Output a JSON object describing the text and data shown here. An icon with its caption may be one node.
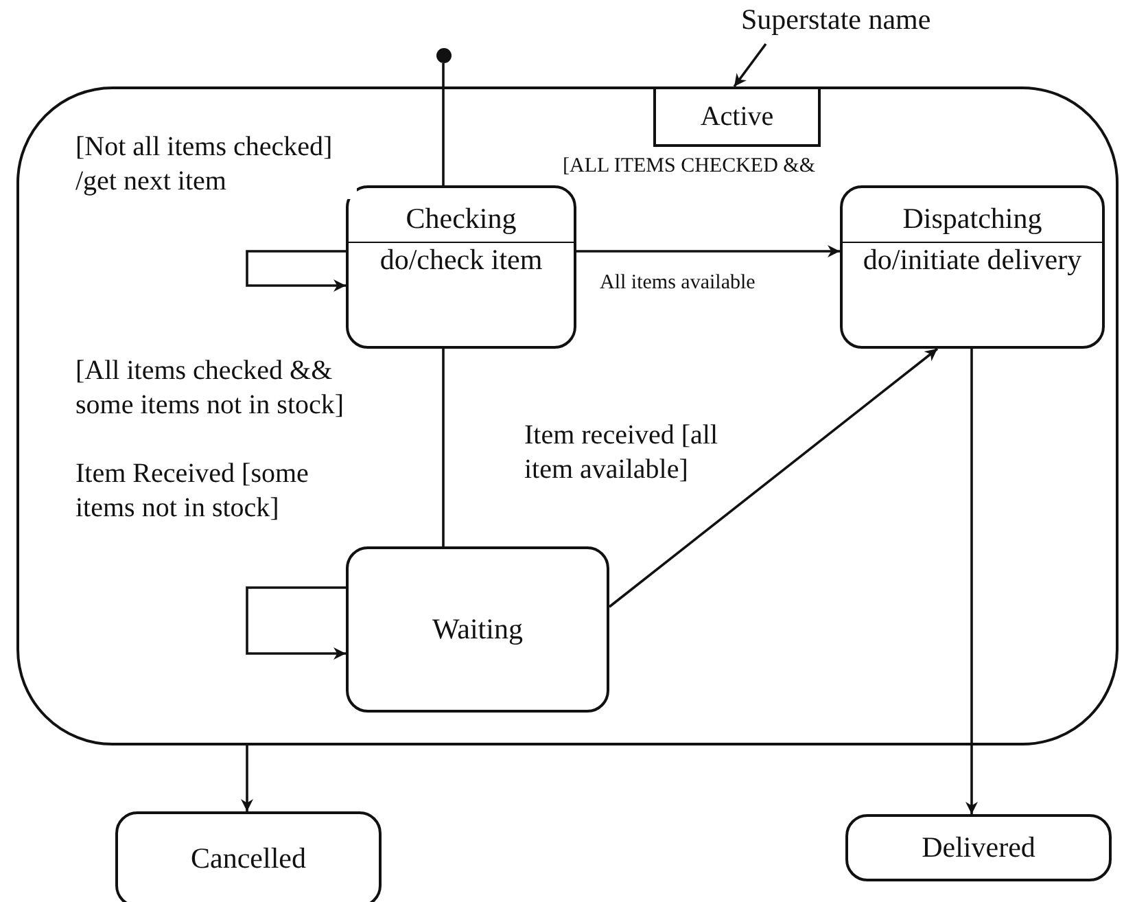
{
  "diagram": {
    "nodes": [
      {
        "text": [
          "Active"
        ]
      },
      {
        "text": [],
        "shape": "circle"
      },
      {
        "text": [
          "Checking",
          "do/check item"
        ],
        "in": 0
      },
      {
        "text": [
          "Dispatching",
          "do/initiate delivery"
        ],
        "in": 0
      },
      {
        "text": [
          "Waiting"
        ],
        "in": 0
      },
      {
        "text": [
          "Cancelled"
        ]
      },
      {
        "text": [
          "Delivered"
        ]
      },
      {
        "text": [
          "Superstate name"
        ]
      }
    ],
    "edges": [
      {
        "from": 1,
        "to": 2,
        "arrow": "none"
      },
      {
        "from": 2,
        "to": 2,
        "arrow": "to",
        "label": "[Not all items checked] /get next item"
      },
      {
        "from": 2,
        "to": 3,
        "arrow": "to",
        "label": "[ALL ITEMS CHECKED &&"
      },
      {
        "from": 2,
        "to": 4,
        "arrow": "none",
        "label": "[All items checked && some items not in stock]"
      },
      {
        "from": 4,
        "to": 4,
        "arrow": "to",
        "label": "Item Received [some items not in stock]"
      },
      {
        "from": 4,
        "to": 3,
        "arrow": "to",
        "label": "Item received [all item available]"
      },
      {
        "from": 0,
        "to": 5,
        "arrow": "to"
      },
      {
        "from": 3,
        "to": 6,
        "arrow": "to"
      },
      {
        "from": 7,
        "to": 0,
        "arrow": "to"
      }
    ],
    "labels": [
      "All items available"
    ]
  }
}
